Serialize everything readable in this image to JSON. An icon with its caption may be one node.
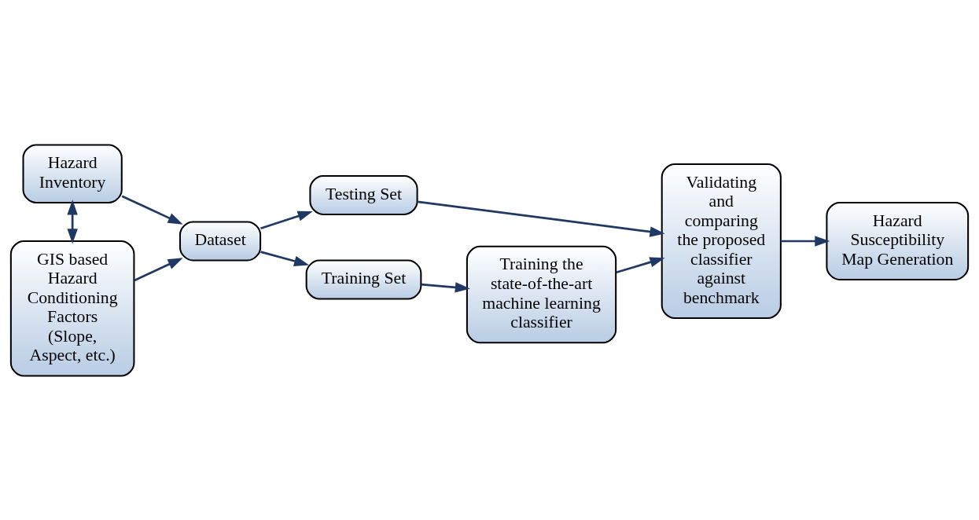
{
  "diagram": {
    "nodes": [
      {
        "text": [
          "Hazard Inventory"
        ]
      },
      {
        "text": [
          "GIS based Hazard Conditioning Factors (Slope, Aspect, etc.)"
        ]
      },
      {
        "text": [
          "Dataset"
        ]
      },
      {
        "text": [
          "Testing Set"
        ]
      },
      {
        "text": [
          "Training Set"
        ]
      },
      {
        "text": [
          "Training the state-of-the-art machine learning classifier"
        ]
      },
      {
        "text": [
          "Validating and comparing the proposed classifier against benchmark"
        ]
      },
      {
        "text": [
          "Hazard Susceptibility Map Generation"
        ]
      }
    ],
    "edges": [
      {
        "from": 0,
        "to": 1,
        "arrow": "both"
      },
      {
        "from": 0,
        "to": 2,
        "arrow": "to"
      },
      {
        "from": 1,
        "to": 2,
        "arrow": "to"
      },
      {
        "from": 2,
        "to": 3,
        "arrow": "to"
      },
      {
        "from": 2,
        "to": 4,
        "arrow": "to"
      },
      {
        "from": 3,
        "to": 6,
        "arrow": "to"
      },
      {
        "from": 4,
        "to": 5,
        "arrow": "to"
      },
      {
        "from": 5,
        "to": 6,
        "arrow": "to"
      },
      {
        "from": 6,
        "to": 7,
        "arrow": "to"
      }
    ]
  }
}
